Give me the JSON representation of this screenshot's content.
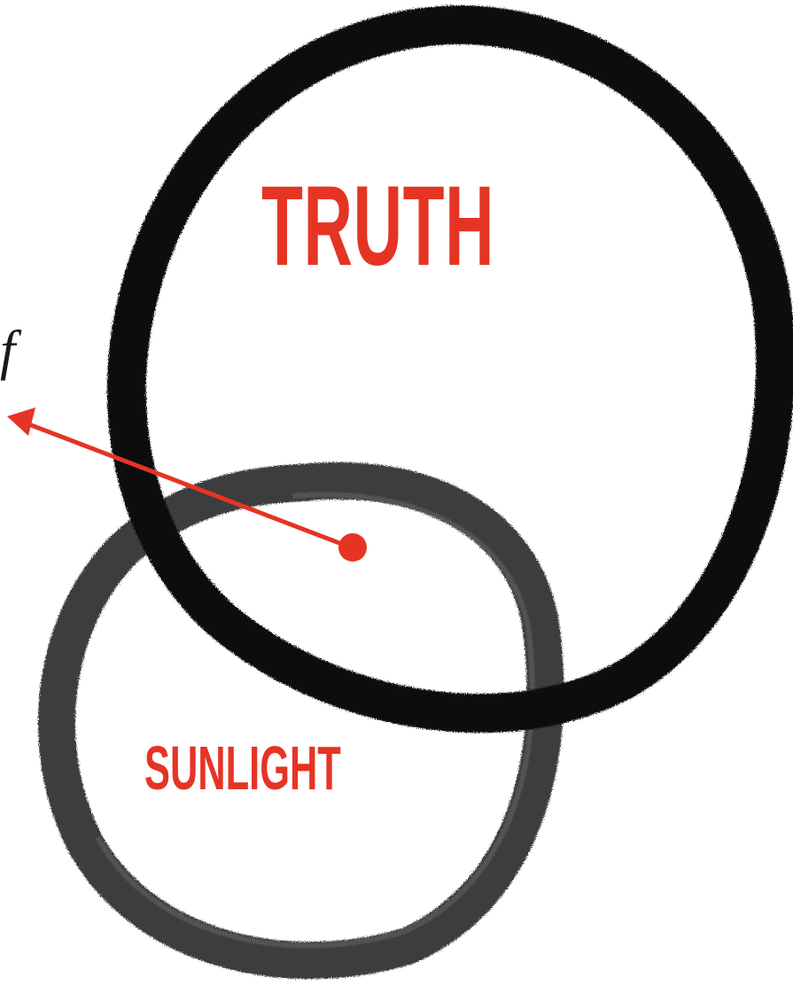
{
  "words": {
    "truth": "TRUTH",
    "sunlight": "SUNLIGHT",
    "fragment": "f"
  },
  "colors": {
    "accent_red": "#e53424",
    "ink_black": "#111111",
    "ink_grey": "#3c3c3c",
    "background": "#ffffff"
  },
  "icons": {
    "arrow": "arrow-left-icon",
    "dot": "circle-dot-icon"
  }
}
